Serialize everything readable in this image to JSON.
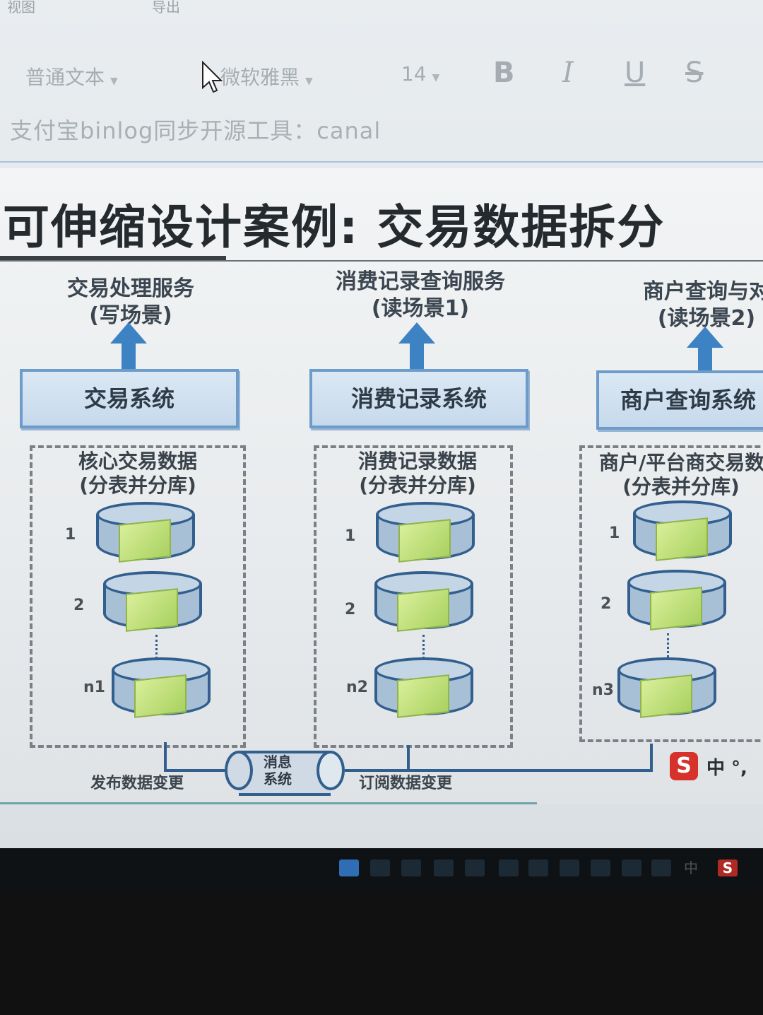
{
  "menu": {
    "left_label": "视图",
    "right_label": "导出"
  },
  "toolbar": {
    "style_select": "普通文本",
    "font_select": "微软雅黑",
    "size_select": "14",
    "bold": "B",
    "italic": "I",
    "underline": "U",
    "strike": "S"
  },
  "doc": {
    "heading": "支付宝binlog同步开源工具：canal"
  },
  "slide": {
    "title": "可伸缩设计案例: 交易数据拆分",
    "services": [
      {
        "line1": "交易处理服务",
        "line2": "(写场景)"
      },
      {
        "line1": "消费记录查询服务",
        "line2": "(读场景1)"
      },
      {
        "line1": "商户查询与对",
        "line2": "(读场景2)"
      }
    ],
    "systems": [
      "交易系统",
      "消费记录系统",
      "商户查询系统"
    ],
    "groups": [
      {
        "line1": "核心交易数据",
        "line2": "(分表并分库)",
        "dbs": [
          "1",
          "2",
          "n1"
        ]
      },
      {
        "line1": "消费记录数据",
        "line2": "(分表并分库)",
        "dbs": [
          "1",
          "2",
          "n2"
        ]
      },
      {
        "line1": "商户/平台商交易数",
        "line2": "(分表并分库)",
        "dbs": [
          "1",
          "2",
          "n3"
        ]
      }
    ],
    "message_system": {
      "line1": "消息",
      "line2": "系统"
    },
    "publish_label": "发布数据变更",
    "subscribe_label": "订阅数据变更"
  },
  "ime": {
    "logo": "S",
    "mode": "中 °,"
  },
  "taskbar": {
    "tray_ime": "中",
    "tray_s": "S"
  }
}
